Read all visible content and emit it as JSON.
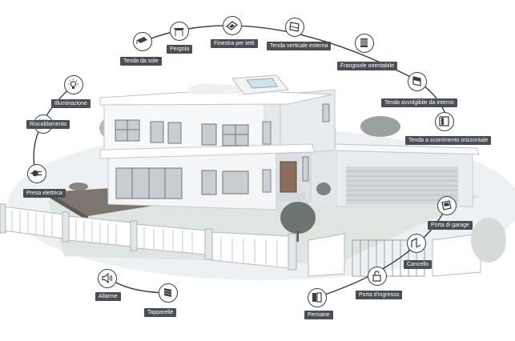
{
  "devices": [
    {
      "label": "Tenda da sole",
      "icon": "awning-icon"
    },
    {
      "label": "Pergola",
      "icon": "pergola-icon"
    },
    {
      "label": "Finestra per tetti",
      "icon": "roof-window-icon"
    },
    {
      "label": "Tenda verticale esterna",
      "icon": "vertical-blind-icon"
    },
    {
      "label": "Frangisole orientabile",
      "icon": "louvre-icon"
    },
    {
      "label": "Tenda avvolgibile da interno",
      "icon": "roller-blind-icon"
    },
    {
      "label": "Tenda a scorrimento orizzontale",
      "icon": "sliding-curtain-icon"
    },
    {
      "label": "Illuminazione",
      "icon": "light-bulb-icon"
    },
    {
      "label": "Riscaldamento",
      "icon": "heating-icon"
    },
    {
      "label": "Presa elettrica",
      "icon": "power-plug-icon"
    },
    {
      "label": "Porta di garage",
      "icon": "garage-door-icon"
    },
    {
      "label": "Cancello",
      "icon": "gate-icon"
    },
    {
      "label": "Porta d'ingresso",
      "icon": "padlock-icon"
    },
    {
      "label": "Persiane",
      "icon": "shutters-icon"
    },
    {
      "label": "Allarme",
      "icon": "siren-icon"
    },
    {
      "label": "Tapparelle",
      "icon": "rolling-shutter-icon"
    }
  ]
}
